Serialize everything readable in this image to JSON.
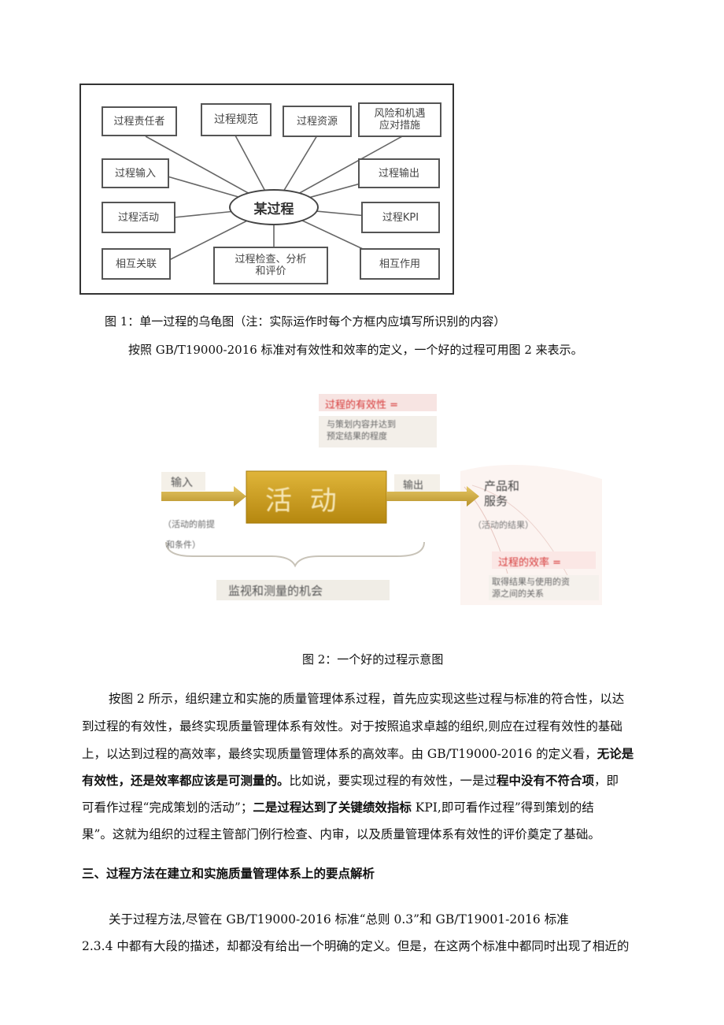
{
  "figure1": {
    "center": "某过程",
    "boxes": {
      "responsible": "过程责任者",
      "norms": "过程规范",
      "resources": "过程资源",
      "risk": "风险和机遇\n应对措施",
      "input": "过程输入",
      "output": "过程输出",
      "activity": "过程活动",
      "kpi": "过程KPI",
      "relation": "相互关联",
      "check": "过程检查、分析\n和评价",
      "interaction": "相互作用"
    },
    "caption": "图 1：单一过程的乌龟图（注：实际运作时每个方框内应填写所识别的内容）"
  },
  "intro_line": "按照 GB/T19000-2016 标准对有效性和效率的定义，一个好的过程可用图 2 来表示。",
  "figure2": {
    "effectiveness_title": "过程的有效性 =",
    "effectiveness_desc_1": "与策划内容并达到",
    "effectiveness_desc_2": "预定结果的程度",
    "input_label": "输入",
    "input_desc_1": "（活动的前提",
    "input_desc_2": "和条件）",
    "activity": "活 动",
    "output_label": "输出",
    "product_1": "产品和",
    "product_2": "服务",
    "product_desc": "（活动的结果）",
    "efficiency_title": "过程的效率 =",
    "efficiency_desc_1": "取得结果与使用的资",
    "efficiency_desc_2": "源之间的关系",
    "monitor": "监视和测量的机会",
    "caption": "图 2：一个好的过程示意图",
    "colors": {
      "activity_box": "#c79a1a",
      "arrow": "#c9a332",
      "red_text": "#d63a3a"
    }
  },
  "paragraph1": {
    "line1": "按图 2 所示，组织建立和实施的质量管理体系过程，首先应实现这些过程与标准的符合性，以达",
    "line2": "到过程的有效性，最终实现质量管理体系有效性。对于按照追求卓越的组织,则应在过程有效性的基础",
    "line3_a": "上，以达到过程的高效率，最终实现质量管理体系的高效率。由 GB/T19000-2016 的定义看，",
    "line3_b": "无论是",
    "line4_a": "有效性，还是效率都应该是可测量的。",
    "line4_b": "比如说，要实现过程的有效性，一是过",
    "line4_c": "程中没有不符合项",
    "line4_d": "，即",
    "line5_a": "可看作过程“完成策划的活动”；",
    "line5_b": "二是过程达到了关键绩效指标",
    "line5_c": " KPI,即可看作过程”得到策划的结",
    "line6": "果”。这就为组织的过程主管部门例行检查、内审，以及质量管理体系有效性的评价奠定了基础。"
  },
  "section_heading": "三、过程方法在建立和实施质量管理体系上的要点解析",
  "paragraph2": {
    "line1": "关于过程方法,尽管在 GB/T19000-2016 标准“总则 0.3”和 GB/T19001-2016 标准",
    "line2": "2.3.4 中都有大段的描述，却都没有给出一个明确的定义。但是，在这两个标准中都同时出现了相近的"
  }
}
